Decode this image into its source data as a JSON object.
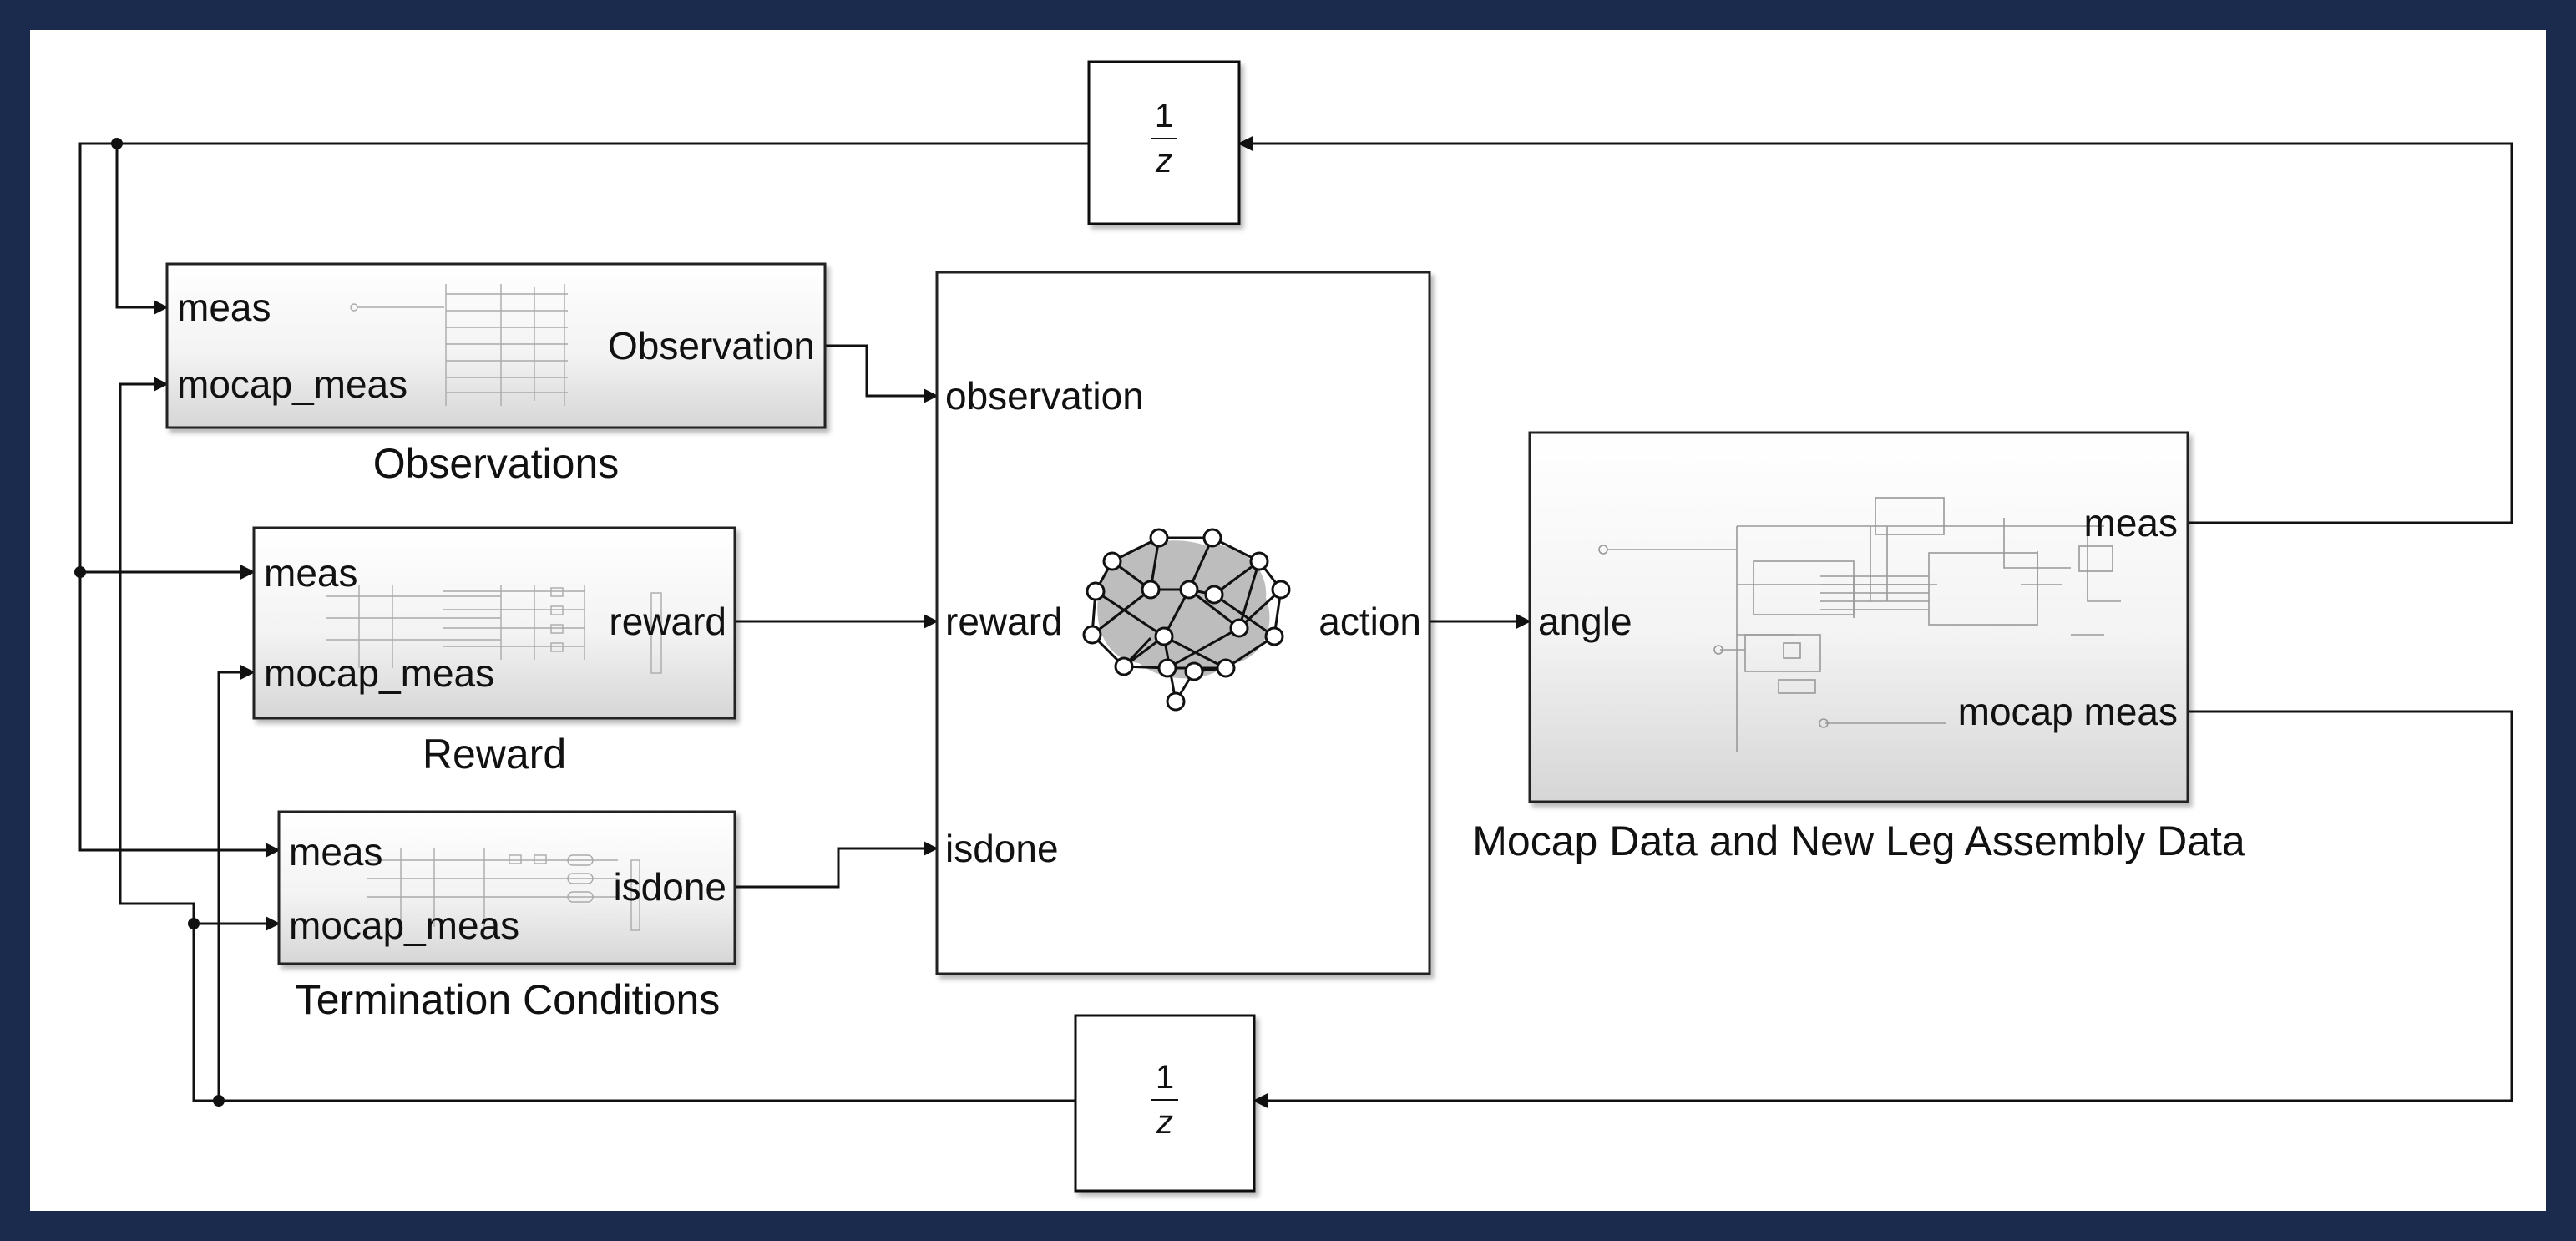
{
  "blocks": {
    "observations": {
      "inputs": [
        "meas",
        "mocap_meas"
      ],
      "output": "Observation",
      "caption": "Observations"
    },
    "reward": {
      "inputs": [
        "meas",
        "mocap_meas"
      ],
      "output": "reward",
      "caption": "Reward"
    },
    "termination": {
      "inputs": [
        "meas",
        "mocap_meas"
      ],
      "output": "isdone",
      "caption": "Termination Conditions"
    },
    "agent": {
      "inputs": [
        "observation",
        "reward",
        "isdone"
      ],
      "output": "action",
      "icon": "neural-network-brain-icon"
    },
    "plant": {
      "input": "angle",
      "outputs": [
        "meas",
        "mocap meas"
      ],
      "caption": "Mocap Data and New Leg Assembly Data"
    },
    "delay_top": {
      "numerator": "1",
      "denominator": "z"
    },
    "delay_bottom": {
      "numerator": "1",
      "denominator": "z"
    }
  },
  "colors": {
    "frame": "#1b2b4e",
    "wire": "#111111",
    "block_gradient_top": "#ffffff",
    "block_gradient_bottom": "#d9d9d9",
    "brain": "#bdbdbd"
  }
}
